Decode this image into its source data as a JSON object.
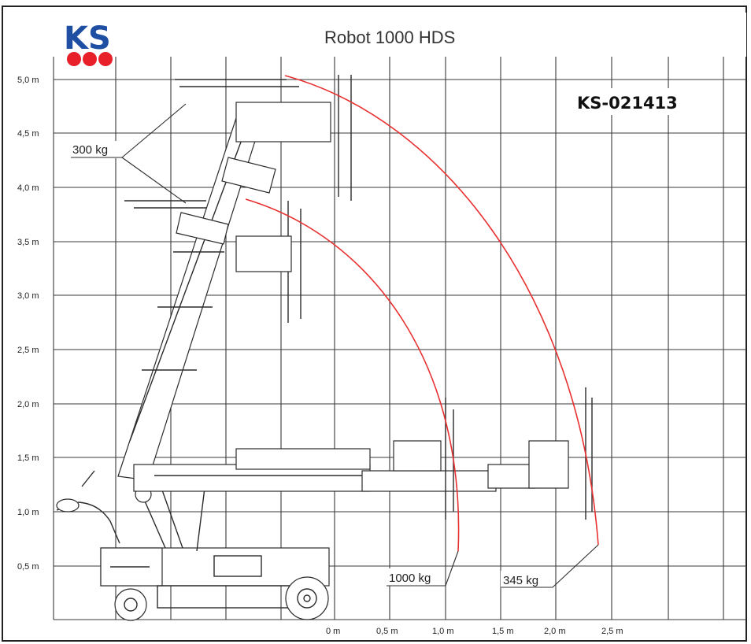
{
  "title": "Robot 1000 HDS",
  "code": "KS-021413",
  "logo": {
    "text": "KS",
    "text_color": "#1f4fa3",
    "dot_color": "#e8202a"
  },
  "axes": {
    "y_ticks": [
      "0,5 m",
      "1,0 m",
      "1,5 m",
      "2,0 m",
      "2,5 m",
      "3,0 m",
      "3,5 m",
      "4,0 m",
      "4,5 m",
      "5,0 m"
    ],
    "x_ticks": [
      "0 m",
      "0,5 m",
      "1,0 m",
      "1,5 m",
      "2,0 m",
      "2,5 m"
    ]
  },
  "loads": {
    "top": "300 kg",
    "inner": "1000 kg",
    "outer": "345 kg"
  },
  "colors": {
    "reach_curve": "#e83030",
    "grid": "#3a3a3a"
  }
}
